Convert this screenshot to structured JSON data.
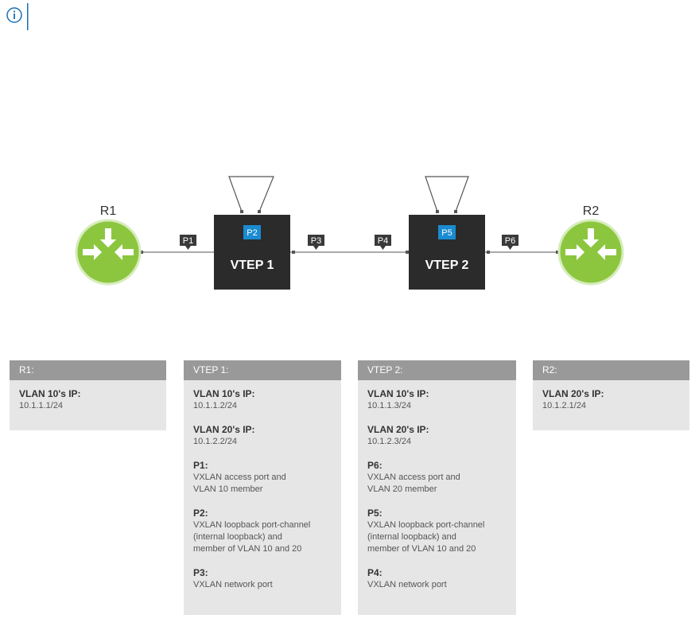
{
  "icons": {
    "info": "info-circle-icon",
    "router": "router-arrows-icon"
  },
  "colors": {
    "router_fill": "#8cc63f",
    "vtep_fill": "#2b2b2b",
    "port_tag": "#3a3a3a",
    "loopback_port": "#1a8bd0",
    "link": "#777777",
    "info_icon": "#1a6fb5",
    "panel_header": "#999999",
    "panel_body": "#e6e6e6"
  },
  "diagram": {
    "routers": {
      "r1": "R1",
      "r2": "R2"
    },
    "vteps": {
      "vtep1": "VTEP 1",
      "vtep2": "VTEP 2"
    },
    "ports": {
      "p1": "P1",
      "p2": "P2",
      "p3": "P3",
      "p4": "P4",
      "p5": "P5",
      "p6": "P6"
    }
  },
  "panels": {
    "r1": {
      "title": "R1:",
      "entries": [
        {
          "label": "VLAN 10's IP:",
          "value": "10.1.1.1/24"
        }
      ]
    },
    "vtep1": {
      "title": "VTEP 1:",
      "entries": [
        {
          "label": "VLAN 10's IP:",
          "value": "10.1.1.2/24"
        },
        {
          "label": "VLAN 20's IP:",
          "value": "10.1.2.2/24"
        },
        {
          "label": "P1:",
          "value": "VXLAN access port and\nVLAN 10 member"
        },
        {
          "label": "P2:",
          "value": "VXLAN loopback port-channel\n(internal loopback) and\nmember of VLAN 10 and 20"
        },
        {
          "label": "P3:",
          "value": "VXLAN network port"
        }
      ]
    },
    "vtep2": {
      "title": "VTEP 2:",
      "entries": [
        {
          "label": "VLAN 10's IP:",
          "value": "10.1.1.3/24"
        },
        {
          "label": "VLAN 20's IP:",
          "value": "10.1.2.3/24"
        },
        {
          "label": "P6:",
          "value": "VXLAN access port and\nVLAN 20 member"
        },
        {
          "label": "P5:",
          "value": "VXLAN loopback port-channel\n(internal loopback) and\nmember of VLAN 10 and 20"
        },
        {
          "label": "P4:",
          "value": "VXLAN network port"
        }
      ]
    },
    "r2": {
      "title": "R2:",
      "entries": [
        {
          "label": "VLAN 20's IP:",
          "value": "10.1.2.1/24"
        }
      ]
    }
  }
}
